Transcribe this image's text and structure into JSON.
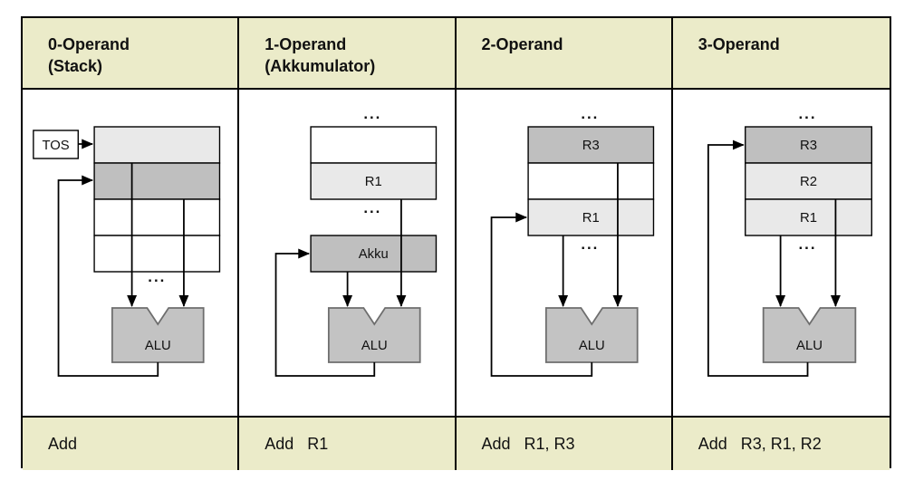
{
  "ellipsis": "...",
  "colors": {
    "header_bg": "#EBEBC9",
    "row_light": "#E9E9E9",
    "row_dark": "#BFBFBF",
    "alu_fill": "#C3C3C3",
    "alu_border": "#6E6E6E",
    "line": "#000000"
  },
  "columns": [
    {
      "header_title": "0-Operand",
      "header_subtitle": "(Stack)",
      "instruction": "Add",
      "tos_label": "TOS",
      "alu_label": "ALU"
    },
    {
      "header_title": "1-Operand",
      "header_subtitle": "(Akkumulator)",
      "instruction": "Add   R1",
      "reg_r1": "R1",
      "akku_label": "Akku",
      "alu_label": "ALU"
    },
    {
      "header_title": "2-Operand",
      "header_subtitle": "",
      "instruction": "Add   R1, R3",
      "reg_r3": "R3",
      "reg_r1": "R1",
      "alu_label": "ALU"
    },
    {
      "header_title": "3-Operand",
      "header_subtitle": "",
      "instruction": "Add   R3, R1, R2",
      "reg_r3": "R3",
      "reg_r2": "R2",
      "reg_r1": "R1",
      "alu_label": "ALU"
    }
  ]
}
